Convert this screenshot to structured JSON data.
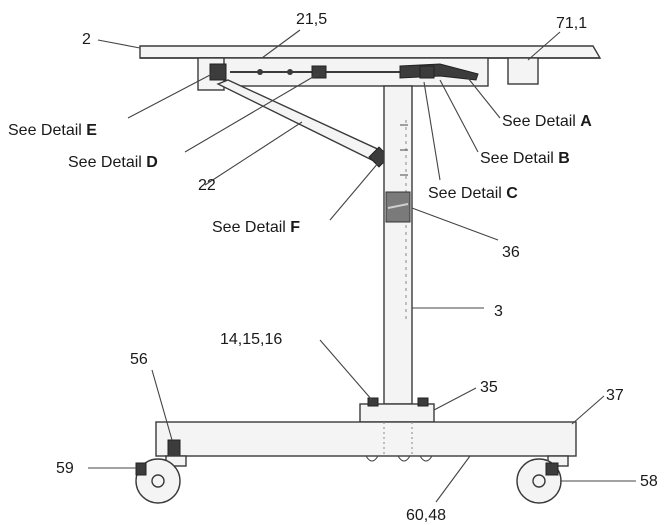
{
  "labels": {
    "top_left_2": "2",
    "top_215": "21,5",
    "top_711": "71,1",
    "detail_prefix": "See Detail ",
    "detail_E": "E",
    "detail_D": "D",
    "detail_A": "A",
    "detail_B": "B",
    "detail_C": "C",
    "detail_F": "F",
    "label_22": "22",
    "label_36": "36",
    "label_3": "3",
    "label_141516": "14,15,16",
    "label_35": "35",
    "label_37": "37",
    "label_56": "56",
    "label_59": "59",
    "label_58": "58",
    "label_6048": "60,48"
  },
  "colors": {
    "line": "#3a3a3a",
    "fill": "#f4f4f4",
    "dark": "#3c3c3c"
  }
}
